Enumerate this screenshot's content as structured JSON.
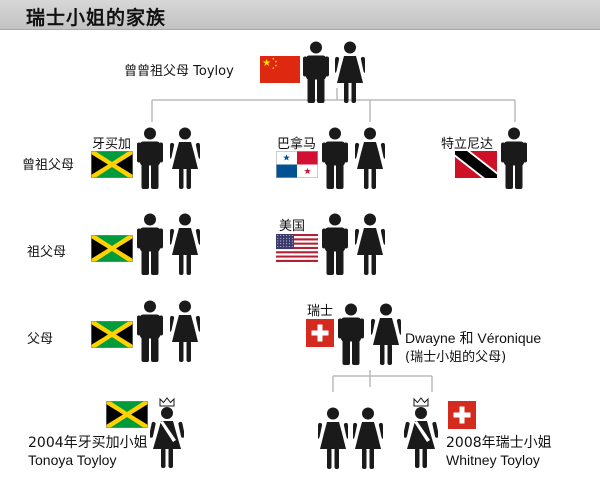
{
  "header": {
    "title": "瑞士小姐的家族"
  },
  "great_great_grandparents": {
    "label": "曾曾祖父母 Toyloy",
    "flag": "china"
  },
  "generation_labels": {
    "great_grandparents": "曾祖父母",
    "grandparents": "祖父母",
    "parents": "父母"
  },
  "great_grandparents": {
    "jamaica": {
      "label": "牙买加",
      "flag": "jamaica"
    },
    "panama": {
      "label": "巴拿马",
      "flag": "panama"
    },
    "trinidad": {
      "label": "特立尼达",
      "flag": "trinidad"
    }
  },
  "grandparents": {
    "jamaica": {
      "flag": "jamaica"
    },
    "usa": {
      "label": "美国",
      "flag": "usa"
    }
  },
  "parents": {
    "jamaica": {
      "flag": "jamaica"
    },
    "swiss": {
      "label": "瑞士",
      "flag": "switzerland",
      "names": "Dwayne 和 Véronique",
      "note": "(瑞士小姐的父母)"
    }
  },
  "winners": {
    "jamaica": {
      "year_title": "2004年牙买加小姐",
      "name": "Tonoya Toyloy",
      "flag": "jamaica"
    },
    "swiss": {
      "year_title": "2008年瑞士小姐",
      "name": "Whitney Toyloy",
      "flag": "switzerland"
    }
  },
  "colors": {
    "figure": "#1a1a1a",
    "line": "#bbbbbb",
    "jamaica_green": "#009b3a",
    "jamaica_gold": "#fed100",
    "jamaica_black": "#000000",
    "china_red": "#de2910",
    "china_yellow": "#ffde00",
    "panama_red": "#d21034",
    "panama_blue": "#005293",
    "trinidad_red": "#ce1126",
    "trinidad_black": "#000000",
    "usa_red": "#b22234",
    "usa_blue": "#3c3b6e",
    "swiss_red": "#d52b1e"
  }
}
